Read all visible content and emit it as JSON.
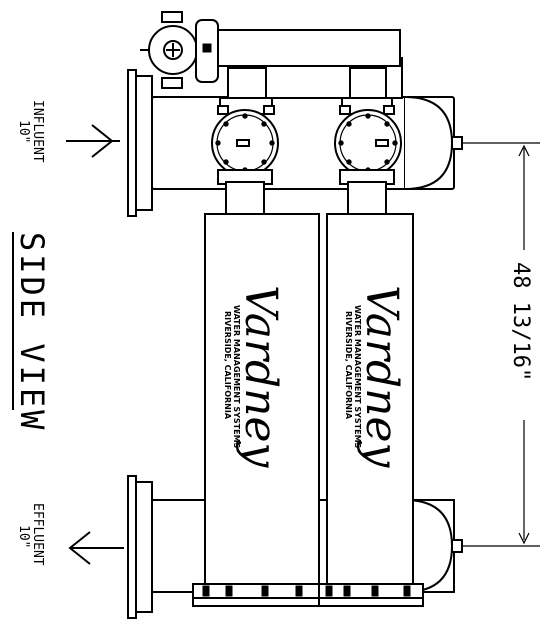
{
  "drawing": {
    "view_title": "SIDE VIEW",
    "influent": {
      "label": "INFLUENT",
      "size": "10\""
    },
    "effluent": {
      "label": "EFFLUENT",
      "size": "10\""
    },
    "dimension": "48 13/16\"",
    "brand": {
      "name": "Vardney",
      "line1": "WATER MANAGEMENT SYSTEMS",
      "line2": "RIVERSIDE, CALIFORNIA"
    }
  }
}
